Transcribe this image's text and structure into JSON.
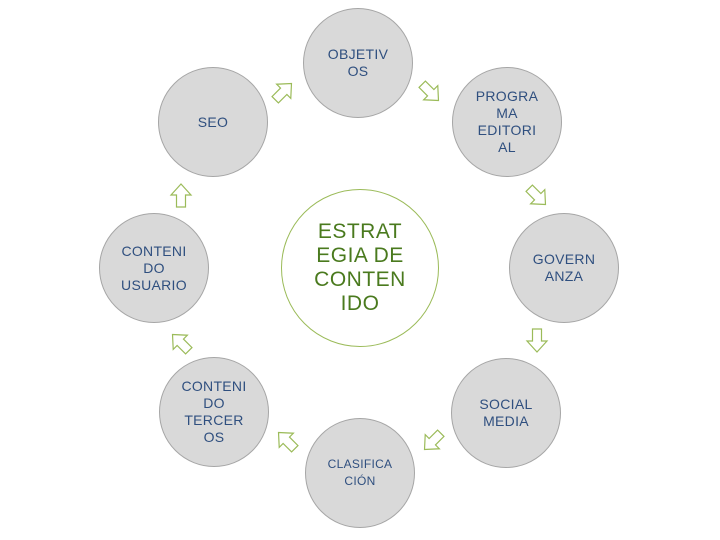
{
  "diagram": {
    "center": {
      "label": "ESTRATEGIA DE CONTENIDO"
    },
    "nodes": [
      {
        "id": "objetivos",
        "label": "OBJETIVOS"
      },
      {
        "id": "programa-editorial",
        "label": "PROGRAMA EDITORIAL"
      },
      {
        "id": "governanza",
        "label": "GOVERNANZA"
      },
      {
        "id": "social-media",
        "label": "SOCIAL MEDIA"
      },
      {
        "id": "clasificacion",
        "label": "CLASIFICACIÓN"
      },
      {
        "id": "contenido-terceros",
        "label": "CONTENIDO TERCEROS"
      },
      {
        "id": "contenido-usuario",
        "label": "CONTENIDO USUARIO"
      },
      {
        "id": "seo",
        "label": "SEO"
      }
    ],
    "colors": {
      "node_fill": "#d9d9d9",
      "node_border": "#a6a6a6",
      "node_text": "#2f4f7f",
      "center_border": "#9bbb59",
      "center_text": "#4a7a1e",
      "arrow_stroke": "#9bbb59"
    }
  }
}
